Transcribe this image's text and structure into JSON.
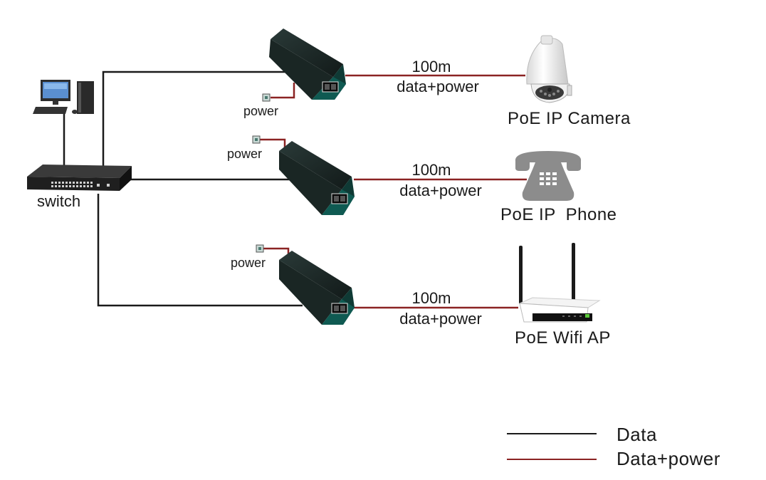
{
  "colors": {
    "data_line": "#1a1a1a",
    "power_line": "#8b2323",
    "injector_body": "#1d2b2a",
    "injector_edge": "#0f5a52",
    "device_gray": "#8c8c8c",
    "background": "#ffffff"
  },
  "switch": {
    "label": "switch",
    "icon": "network-switch-icon",
    "uplink_device": "desktop-computer-icon"
  },
  "injectors": [
    {
      "power_label": "power",
      "distance_label": "100m",
      "cable_label": "data+power",
      "device": {
        "label": "PoE IP Camera",
        "icon": "dome-camera-icon"
      }
    },
    {
      "power_label": "power",
      "distance_label": "100m",
      "cable_label": "data+power",
      "device": {
        "label": "PoE IP  Phone",
        "icon": "telephone-icon"
      }
    },
    {
      "power_label": "power",
      "distance_label": "100m",
      "cable_label": "data+power",
      "device": {
        "label": "PoE Wifi AP",
        "icon": "wifi-router-icon"
      }
    }
  ],
  "legend": {
    "items": [
      {
        "label": "Data",
        "type": "data"
      },
      {
        "label": "Data+power",
        "type": "power"
      }
    ]
  }
}
